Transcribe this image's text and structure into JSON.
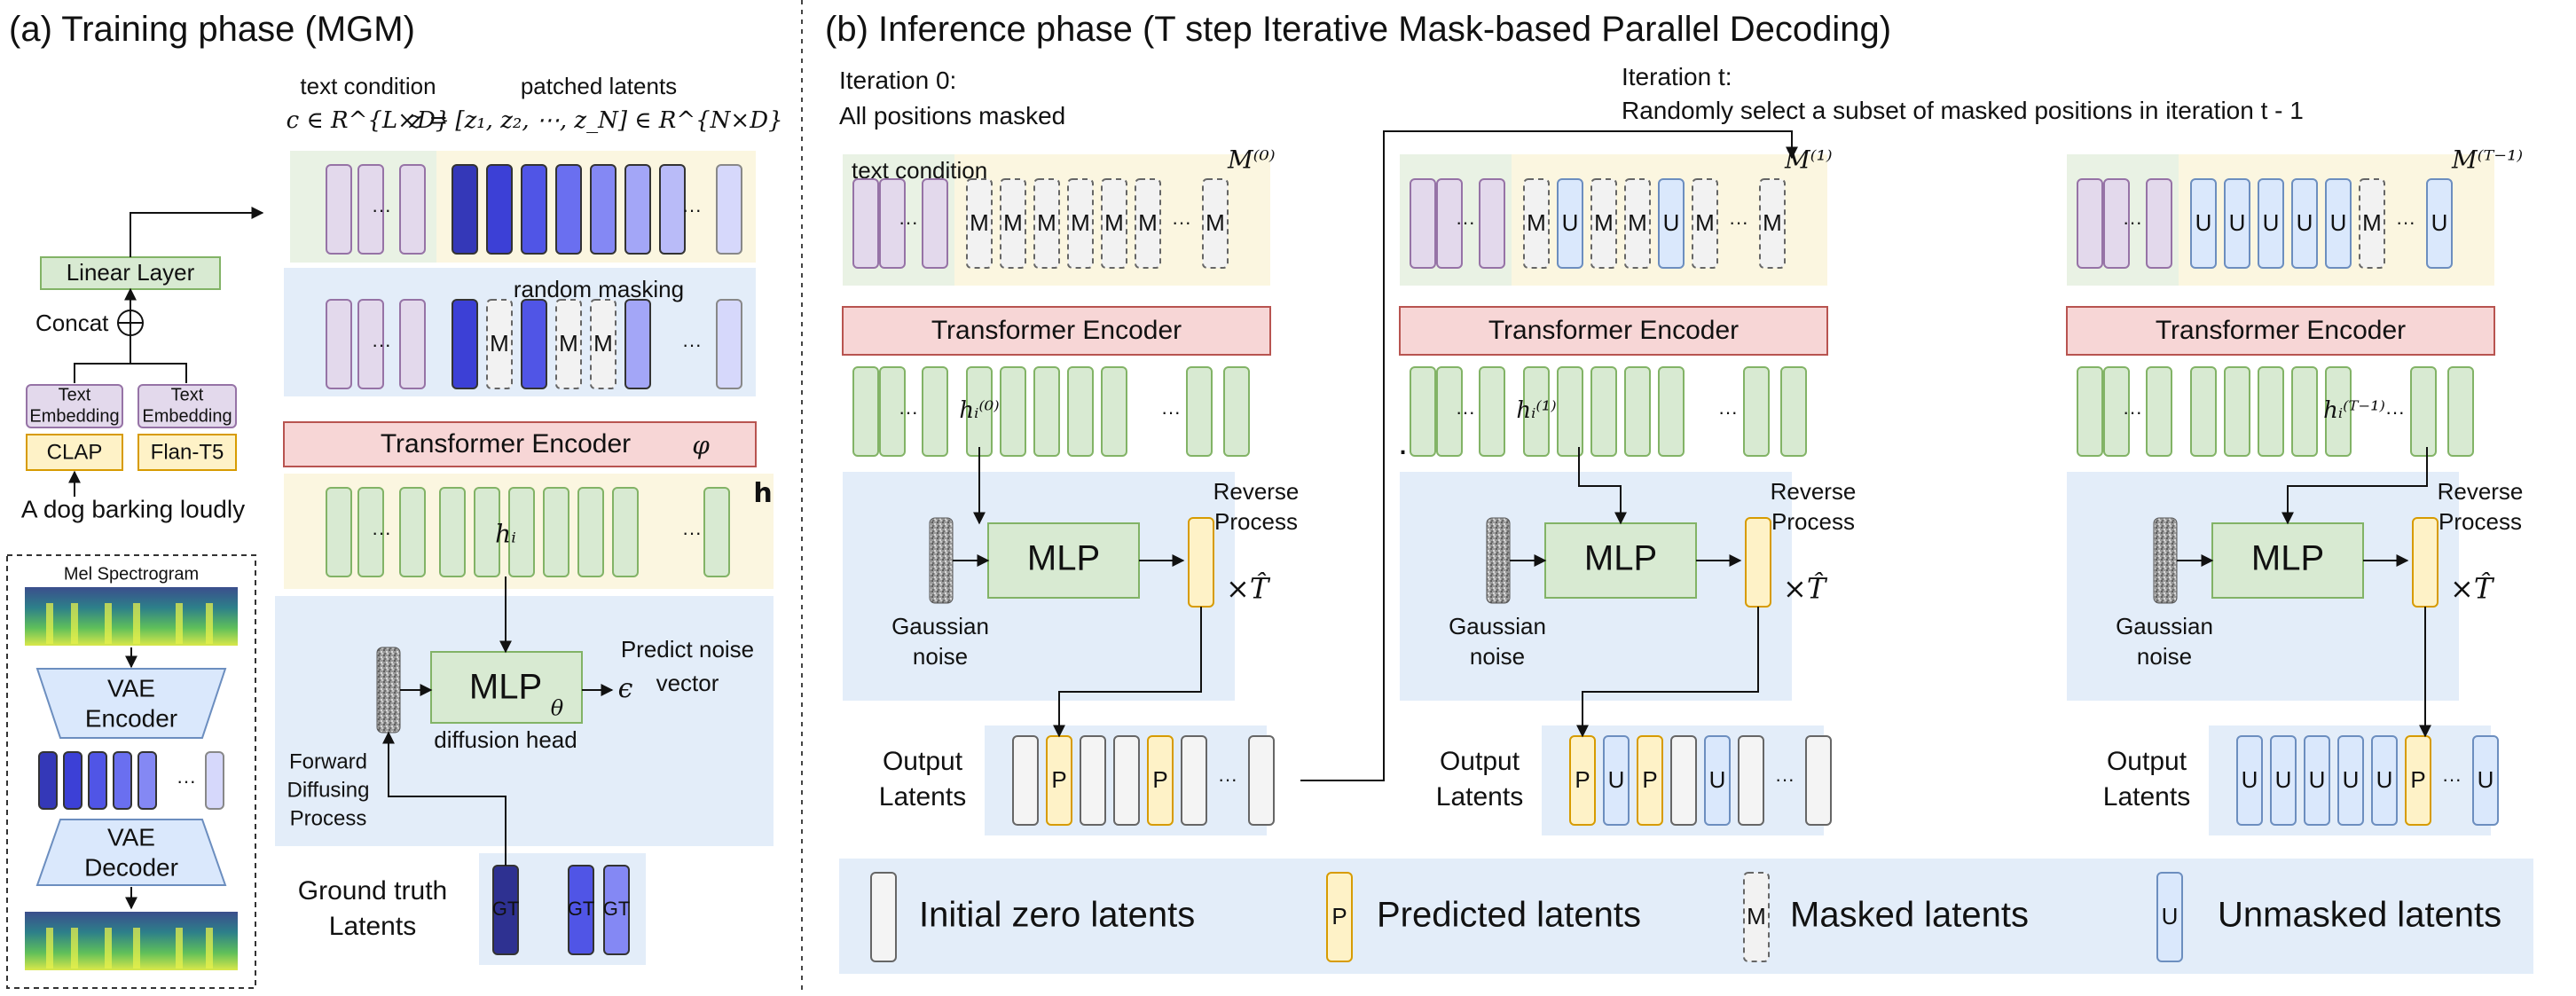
{
  "panel_a": {
    "title": "(a) Training phase (MGM)",
    "text_condition_label": "text condition",
    "text_condition_math": "c ∈ R^{L×D}",
    "patched_latents_label": "patched latents",
    "patched_latents_math": "z = [z₁, z₂, ⋯, z_N] ∈ R^{N×D}",
    "random_masking": "random masking",
    "transformer_encoder": "Transformer Encoder",
    "phi": "φ",
    "h": "h",
    "h_i": "hᵢ",
    "mlp": "MLP",
    "theta": "θ",
    "diffusion_head": "diffusion head",
    "epsilon": "ϵ",
    "predict_noise": [
      "Predict noise",
      "vector"
    ],
    "forward_process": [
      "Forward",
      "Diffusing",
      "Process"
    ],
    "ground_truth": [
      "Ground truth",
      "Latents"
    ],
    "gt": "GT",
    "linear_layer": "Linear Layer",
    "concat": "Concat",
    "text_embedding": [
      "Text",
      "Embedding"
    ],
    "clap": "CLAP",
    "flan_t5": "Flan-T5",
    "prompt": "A dog barking loudly",
    "mel_spectrogram": "Mel Spectrogram",
    "vae_encoder": [
      "VAE",
      "Encoder"
    ],
    "vae_decoder": [
      "VAE",
      "Decoder"
    ],
    "ellipsis": "···",
    "mask_token": "M"
  },
  "panel_b": {
    "title": "(b) Inference phase (T step Iterative Mask-based Parallel Decoding)",
    "iter0": [
      "Iteration 0:",
      "All positions masked"
    ],
    "iter_t": [
      "Iteration t:",
      "Randomly select a subset of masked positions in iteration t - 1"
    ],
    "text_condition": "text condition",
    "transformer_encoder": "Transformer Encoder",
    "mlp": "MLP",
    "reverse_process": [
      "Reverse",
      "Process"
    ],
    "gaussian_noise": [
      "Gaussian",
      "noise"
    ],
    "times_T": "×T̂",
    "output_latents": [
      "Output",
      "Latents"
    ],
    "dots": "· · ·",
    "ellipsis": "···",
    "columns": [
      {
        "m_label": "M⁽⁰⁾",
        "h_label": "hᵢ⁽⁰⁾",
        "tokens": [
          "M",
          "M",
          "M",
          "M",
          "M",
          "M",
          "…",
          "M"
        ],
        "outputs": [
          "",
          "P",
          "",
          "",
          "P",
          "",
          "…",
          ""
        ]
      },
      {
        "m_label": "M⁽¹⁾",
        "h_label": "hᵢ⁽¹⁾",
        "tokens": [
          "M",
          "U",
          "M",
          "M",
          "U",
          "M",
          "…",
          "M"
        ],
        "outputs": [
          "P",
          "U",
          "P",
          "",
          "U",
          "",
          "…",
          ""
        ]
      },
      {
        "m_label": "M⁽ᵀ⁻¹⁾",
        "h_label": "hᵢ⁽ᵀ⁻¹⁾",
        "tokens": [
          "U",
          "U",
          "U",
          "U",
          "U",
          "M",
          "…",
          "U"
        ],
        "outputs": [
          "U",
          "U",
          "U",
          "U",
          "U",
          "P",
          "…",
          "U"
        ]
      }
    ]
  },
  "legend": {
    "initial": "Initial zero latents",
    "predicted": "Predicted latents",
    "masked": "Masked latents",
    "unmasked": "Unmasked latents",
    "p": "P",
    "m": "M",
    "u": "U"
  },
  "colors": {
    "green_bg": "#e9f2e4",
    "yellow_bg": "#fbf6e0",
    "blue_bg": "#e3edf9",
    "purple_token": "#e3d9ec",
    "green_token": "#d8ead2",
    "yellow_token": "#fef2c7",
    "blue_token": "#dae8fc",
    "red_box": "#f7d6d6",
    "deep_blue": "#3a3fd0"
  }
}
